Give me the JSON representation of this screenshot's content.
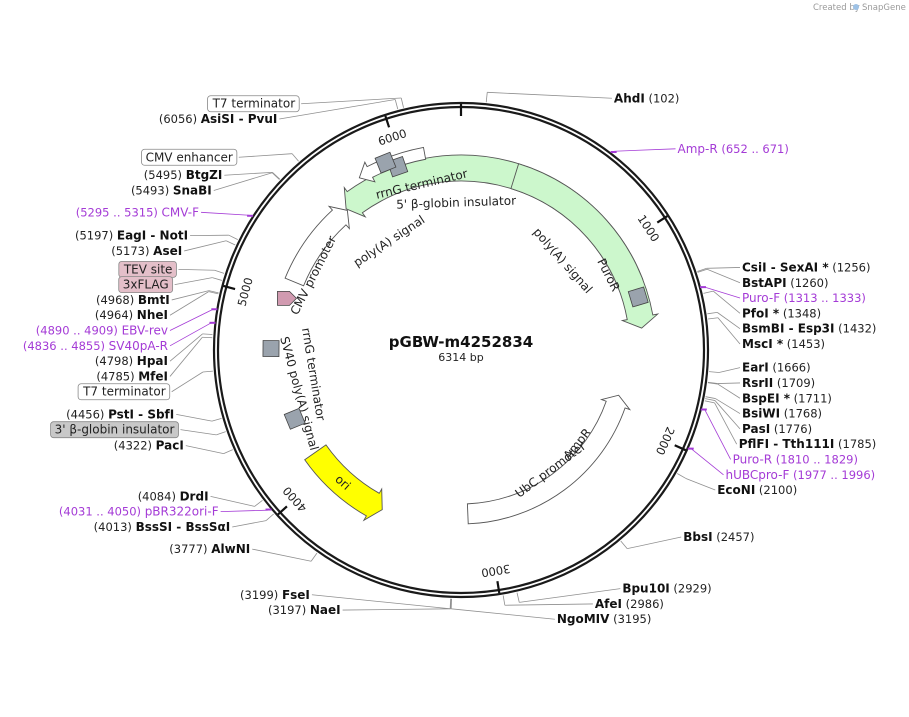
{
  "credit": {
    "text": "Created by",
    "brand": "SnapGene"
  },
  "plasmid": {
    "name": "pGBW-m4252834",
    "length_bp": 6314,
    "length_label": "6314 bp"
  },
  "ticks": [
    {
      "pos": 0,
      "label": ""
    },
    {
      "pos": 1000,
      "label": "1000"
    },
    {
      "pos": 2000,
      "label": "2000"
    },
    {
      "pos": 3000,
      "label": "3000"
    },
    {
      "pos": 4000,
      "label": "4000"
    },
    {
      "pos": 5000,
      "label": "5000"
    },
    {
      "pos": 6000,
      "label": "6000"
    }
  ],
  "sites": [
    {
      "name": "AhdI",
      "pos": "(102)",
      "bp": 102,
      "side": "R"
    },
    {
      "name": "CsiI - SexAI *",
      "pos": "(1256)",
      "bp": 1256,
      "side": "R"
    },
    {
      "name": "BstAPI",
      "pos": "(1260)",
      "bp": 1260,
      "side": "R"
    },
    {
      "name": "PfoI *",
      "pos": "(1348)",
      "bp": 1348,
      "side": "R"
    },
    {
      "name": "BsmBI - Esp3I",
      "pos": "(1432)",
      "bp": 1432,
      "side": "R"
    },
    {
      "name": "MscI *",
      "pos": "(1453)",
      "bp": 1453,
      "side": "R"
    },
    {
      "name": "EarI",
      "pos": "(1666)",
      "bp": 1666,
      "side": "R"
    },
    {
      "name": "RsrII",
      "pos": "(1709)",
      "bp": 1709,
      "side": "R"
    },
    {
      "name": "BspEI *",
      "pos": "(1711)",
      "bp": 1711,
      "side": "R"
    },
    {
      "name": "BsiWI",
      "pos": "(1768)",
      "bp": 1768,
      "side": "R"
    },
    {
      "name": "PasI",
      "pos": "(1776)",
      "bp": 1776,
      "side": "R"
    },
    {
      "name": "PflFI - Tth111I",
      "pos": "(1785)",
      "bp": 1785,
      "side": "R"
    },
    {
      "name": "EcoNI",
      "pos": "(2100)",
      "bp": 2100,
      "side": "R"
    },
    {
      "name": "BbsI",
      "pos": "(2457)",
      "bp": 2457,
      "side": "R"
    },
    {
      "name": "Bpu10I",
      "pos": "(2929)",
      "bp": 2929,
      "side": "R"
    },
    {
      "name": "AfeI",
      "pos": "(2986)",
      "bp": 2986,
      "side": "R"
    },
    {
      "name": "NgoMIV",
      "pos": "(3195)",
      "bp": 3195,
      "side": "R"
    },
    {
      "name": "NaeI",
      "pos": "(3197)",
      "bp": 3197,
      "side": "L"
    },
    {
      "name": "FseI",
      "pos": "(3199)",
      "bp": 3199,
      "side": "L"
    },
    {
      "name": "AlwNI",
      "pos": "(3777)",
      "bp": 3777,
      "side": "L"
    },
    {
      "name": "BssSI - BssSαI",
      "pos": "(4013)",
      "bp": 4013,
      "side": "L"
    },
    {
      "name": "DrdI",
      "pos": "(4084)",
      "bp": 4084,
      "side": "L"
    },
    {
      "name": "PacI",
      "pos": "(4322)",
      "bp": 4322,
      "side": "L"
    },
    {
      "name": "PstI - SbfI",
      "pos": "(4456)",
      "bp": 4456,
      "side": "L"
    },
    {
      "name": "MfeI",
      "pos": "(4785)",
      "bp": 4785,
      "side": "L"
    },
    {
      "name": "HpaI",
      "pos": "(4798)",
      "bp": 4798,
      "side": "L"
    },
    {
      "name": "NheI",
      "pos": "(4964)",
      "bp": 4964,
      "side": "L"
    },
    {
      "name": "BmtI",
      "pos": "(4968)",
      "bp": 4968,
      "side": "L"
    },
    {
      "name": "AseI",
      "pos": "(5173)",
      "bp": 5173,
      "side": "L"
    },
    {
      "name": "EagI - NotI",
      "pos": "(5197)",
      "bp": 5197,
      "side": "L"
    },
    {
      "name": "SnaBI",
      "pos": "(5493)",
      "bp": 5493,
      "side": "L"
    },
    {
      "name": "BtgZI",
      "pos": "(5495)",
      "bp": 5495,
      "side": "L"
    },
    {
      "name": "AsiSI - PvuI",
      "pos": "(6056)",
      "bp": 6056,
      "side": "L"
    }
  ],
  "primers": [
    {
      "name": "Amp-R",
      "range": "(652 .. 671)",
      "bp": 660,
      "side": "R"
    },
    {
      "name": "Puro-F",
      "range": "(1313 .. 1333)",
      "bp": 1323,
      "side": "R"
    },
    {
      "name": "Puro-R",
      "range": "(1810 .. 1829)",
      "bp": 1820,
      "side": "R"
    },
    {
      "name": "hUBCpro-F",
      "range": "(1977 .. 1996)",
      "bp": 1986,
      "side": "R"
    },
    {
      "name": "pBR322ori-F",
      "range": "(4031 .. 4050)",
      "bp": 4040,
      "side": "L"
    },
    {
      "name": "SV40pA-R",
      "range": "(4836 .. 4855)",
      "bp": 4845,
      "side": "L"
    },
    {
      "name": "EBV-rev",
      "range": "(4890 .. 4909)",
      "bp": 4900,
      "side": "L"
    },
    {
      "name": "CMV-F",
      "range": "(5295 .. 5315)",
      "bp": 5305,
      "side": "L"
    }
  ],
  "boxed_features": [
    {
      "name": "T7 terminator",
      "bp": 6080,
      "color": "#ffffff"
    },
    {
      "name": "CMV enhancer",
      "bp": 5600,
      "color": "#ffffff"
    },
    {
      "name": "TEV site",
      "bp": 5050,
      "color": "#e4bfc9"
    },
    {
      "name": "3xFLAG",
      "bp": 5020,
      "color": "#e4bfc9"
    },
    {
      "name": "T7 terminator",
      "bp": 4650,
      "color": "#ffffff"
    },
    {
      "name": "3' β-globin insulator",
      "bp": 4400,
      "color": "#c8c8c8"
    }
  ],
  "features": [
    {
      "name": "AmpR",
      "start": 5.6,
      "end": 1.2,
      "ring": 182,
      "width": 26,
      "fill": "#ccf7cc",
      "stroke": "#555555",
      "dir": -1,
      "label_pos": 2.25,
      "label_r": 150
    },
    {
      "name": "rrnG terminator",
      "start": 5.75,
      "end": 6.1,
      "ring": 200,
      "width": 12,
      "fill": "#ffffff",
      "stroke": "#555555",
      "dir": -1,
      "label_pos": 6.05,
      "label_r": 170
    },
    {
      "name": "5' β-globin insulator",
      "start": 0,
      "end": 0,
      "ring": 0,
      "width": 0,
      "fill": "#ffffff",
      "stroke": "#555555",
      "dir": 0,
      "label_pos": 6.25,
      "label_r": 147
    },
    {
      "name": "PuroR",
      "start": 0.3,
      "end": 1.45,
      "ring": 182,
      "width": 26,
      "fill": "#ccf7cc",
      "stroke": "#555555",
      "dir": 1,
      "label_pos": 1.1,
      "label_r": 165
    },
    {
      "name": "poly(A) signal",
      "start": 0,
      "end": 0,
      "ring": 0,
      "width": 0,
      "fill": "#ffffff",
      "stroke": "#555555",
      "dir": 0,
      "label_pos": 0.85,
      "label_r": 135
    },
    {
      "name": "UbC promoter",
      "start": 1.85,
      "end": 3.1,
      "ring": 164,
      "width": 20,
      "fill": "#ffffff",
      "stroke": "#555555",
      "dir": -1,
      "label_pos": 2.5,
      "label_r": 150
    },
    {
      "name": "ori",
      "start": 3.6,
      "end": 4.1,
      "ring": 178,
      "width": 26,
      "fill": "#ffff00",
      "stroke": "#555555",
      "dir": -1,
      "label_pos": 3.87,
      "label_r": 178
    },
    {
      "name": "SV40 poly(A) signal",
      "start": 0,
      "end": 0,
      "ring": 0,
      "width": 0,
      "fill": "#ffffff",
      "stroke": "#555555",
      "dir": 0,
      "label_pos": 4.45,
      "label_r": 168
    },
    {
      "name": "rrnG terminator",
      "start": 0,
      "end": 0,
      "ring": 0,
      "width": 0,
      "fill": "#ffffff",
      "stroke": "#555555",
      "dir": 0,
      "label_pos": 4.55,
      "label_r": 150
    },
    {
      "name": "CMV promoter",
      "start": 5.1,
      "end": 5.6,
      "ring": 180,
      "width": 20,
      "fill": "#ffffff",
      "stroke": "#555555",
      "dir": 1,
      "label_pos": 5.18,
      "label_r": 165
    },
    {
      "name": "poly(A) signal",
      "start": 0,
      "end": 0,
      "ring": 0,
      "width": 0,
      "fill": "#ffffff",
      "stroke": "#555555",
      "dir": 0,
      "label_pos": 5.7,
      "label_r": 130
    }
  ]
}
